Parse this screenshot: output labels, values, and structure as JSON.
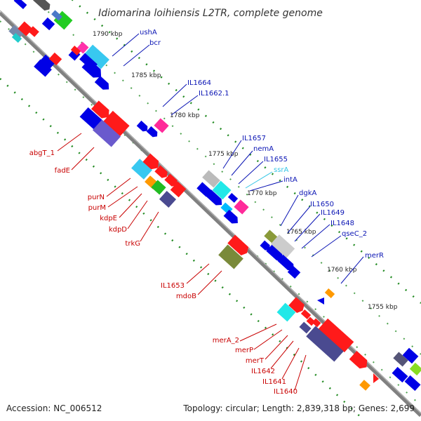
{
  "title": "Idiomarina loihiensis L2TR, complete genome",
  "footer": {
    "accession": "Accession: NC_006512",
    "summary": "Topology: circular; Length: 2,839,318 bp; Genes: 2,699"
  },
  "ticks": [
    "1790 kbp",
    "1785 kbp",
    "1780 kbp",
    "1775 kbp",
    "1770 kbp",
    "1765 kbp",
    "1760 kbp",
    "1755 kbp"
  ],
  "forward_labels": [
    "ushA",
    "bcr",
    "IL1664",
    "IL1662.1",
    "IL1657",
    "nemA",
    "IL1655",
    "ssrA",
    "intA",
    "dgkA",
    "IL1650",
    "IL1649",
    "IL1648",
    "qseC_2",
    "merR"
  ],
  "reverse_labels": [
    "abgT_1",
    "fadE",
    "purN",
    "purM",
    "kdpE",
    "kdpD",
    "trkG",
    "IL1653",
    "mdoB",
    "merA_2",
    "merP",
    "merT",
    "IL1642",
    "IL1641",
    "IL1640"
  ],
  "colors": {
    "forward_label": "#0a14b4",
    "reverse_label": "#c80000",
    "rna_label": "#36c6e6",
    "backbone": "#808080",
    "forward_gene": "#0000e6",
    "reverse_gene": "#e60000",
    "ruler_dots": "#228b22"
  }
}
